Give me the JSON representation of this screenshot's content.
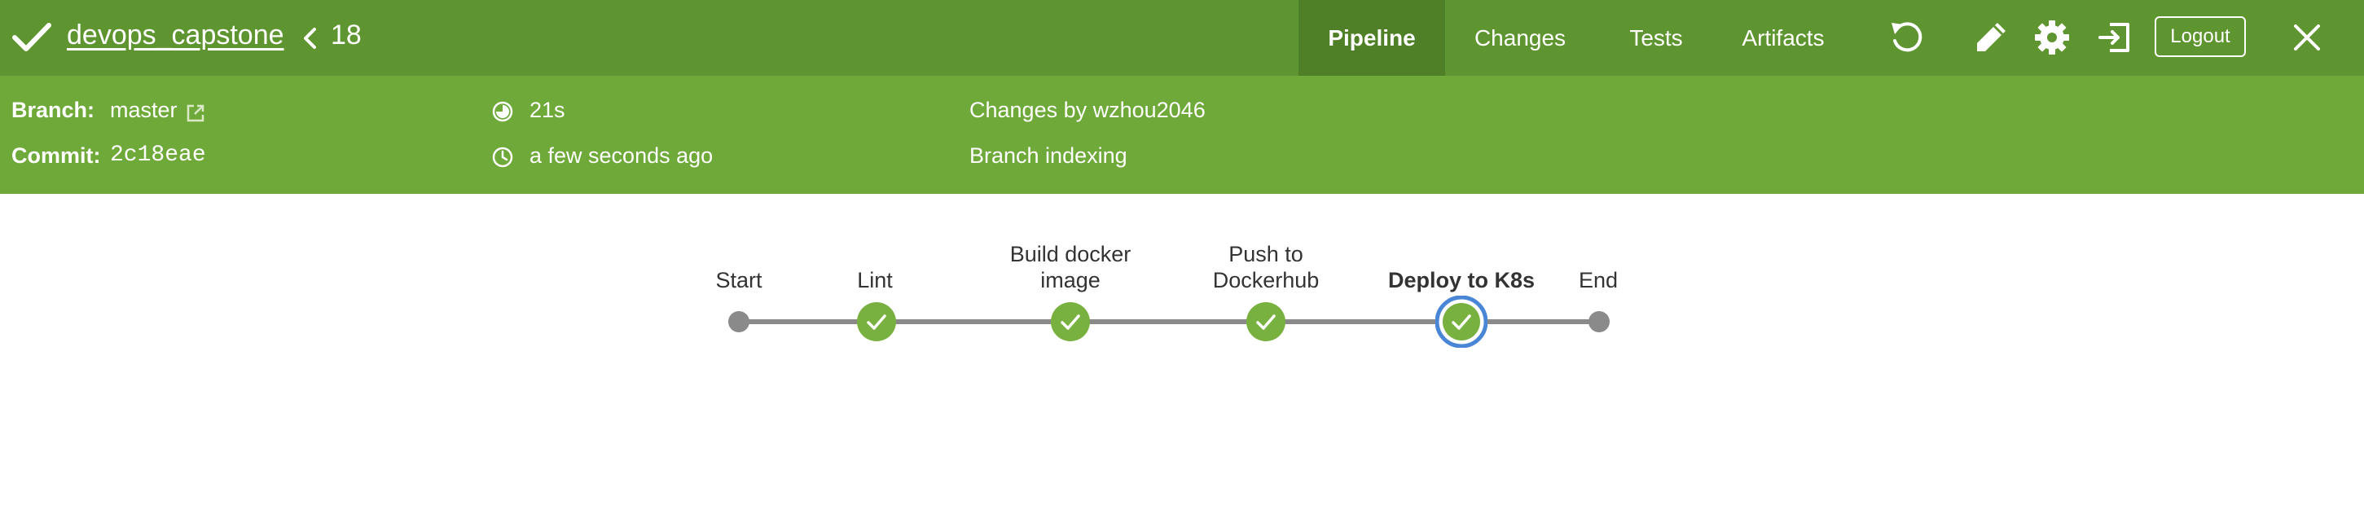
{
  "header": {
    "job_name": "devops_capstone",
    "run_number": "18",
    "tabs": [
      {
        "label": "Pipeline",
        "active": true
      },
      {
        "label": "Changes",
        "active": false
      },
      {
        "label": "Tests",
        "active": false
      },
      {
        "label": "Artifacts",
        "active": false
      }
    ],
    "icons": [
      "replay-icon",
      "edit-icon",
      "gear-icon",
      "exit-icon",
      "close-icon"
    ],
    "logout_label": "Logout"
  },
  "run_info": {
    "branch_label": "Branch:",
    "branch_value": "master",
    "commit_label": "Commit:",
    "commit_value": "2c18eae",
    "duration": "21s",
    "started": "a few seconds ago",
    "changes_by": "Changes by wzhou2046",
    "cause": "Branch indexing"
  },
  "pipeline": {
    "stages": [
      {
        "line1": "Start",
        "line2": "",
        "status": "start"
      },
      {
        "line1": "Lint",
        "line2": "",
        "status": "success"
      },
      {
        "line1": "Build docker",
        "line2": "image",
        "status": "success"
      },
      {
        "line1": "Push to",
        "line2": "Dockerhub",
        "status": "success"
      },
      {
        "line1": "Deploy to K8s",
        "line2": "",
        "status": "success",
        "selected": true
      },
      {
        "line1": "End",
        "line2": "",
        "status": "end"
      }
    ]
  },
  "colors": {
    "header_bg": "#5f9530",
    "active_tab_bg": "#4f7f26",
    "info_bg": "#6ea93a",
    "success": "#78b13f",
    "selected_ring": "#4a86d6",
    "node_gray": "#8a8a8a"
  }
}
